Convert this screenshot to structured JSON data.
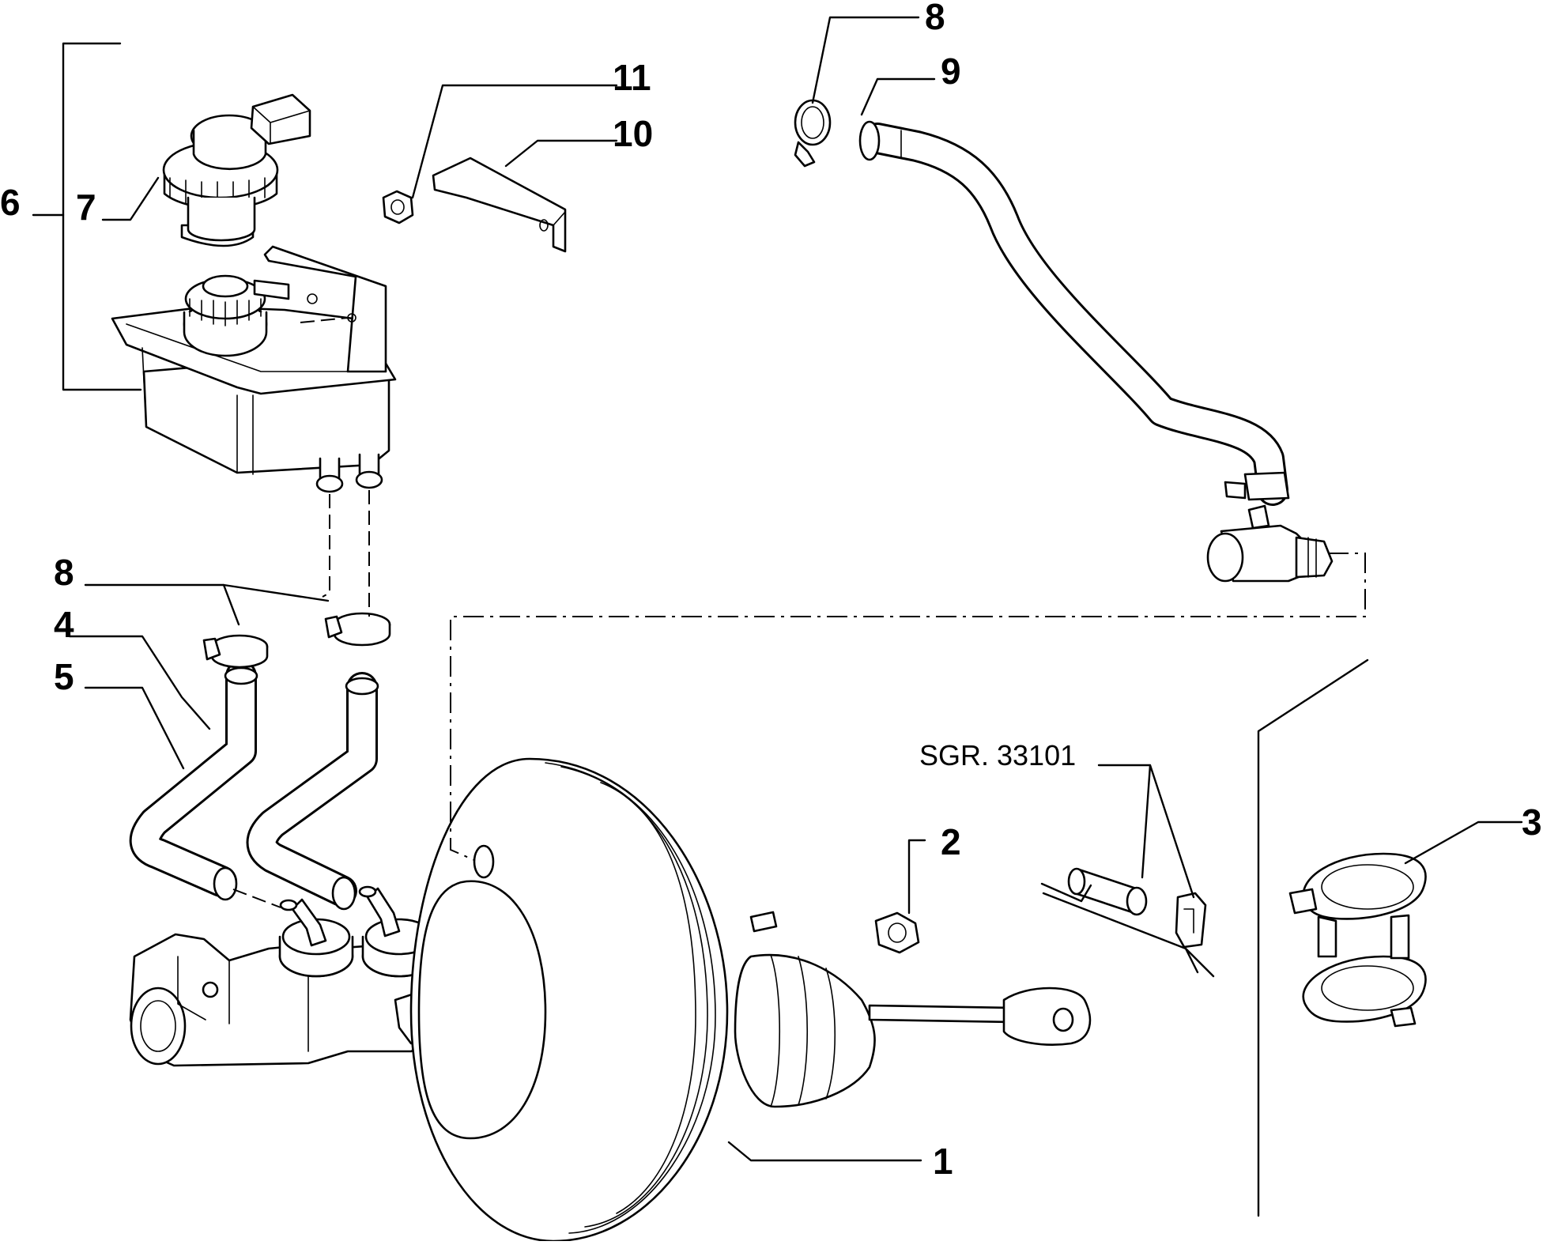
{
  "callouts": {
    "c1": "1",
    "c2": "2",
    "c3": "3",
    "c4": "4",
    "c5": "5",
    "c6": "6",
    "c7": "7",
    "c8a": "8",
    "c8b": "8",
    "c9": "9",
    "c10": "10",
    "c11": "11"
  },
  "reference": "SGR. 33101"
}
